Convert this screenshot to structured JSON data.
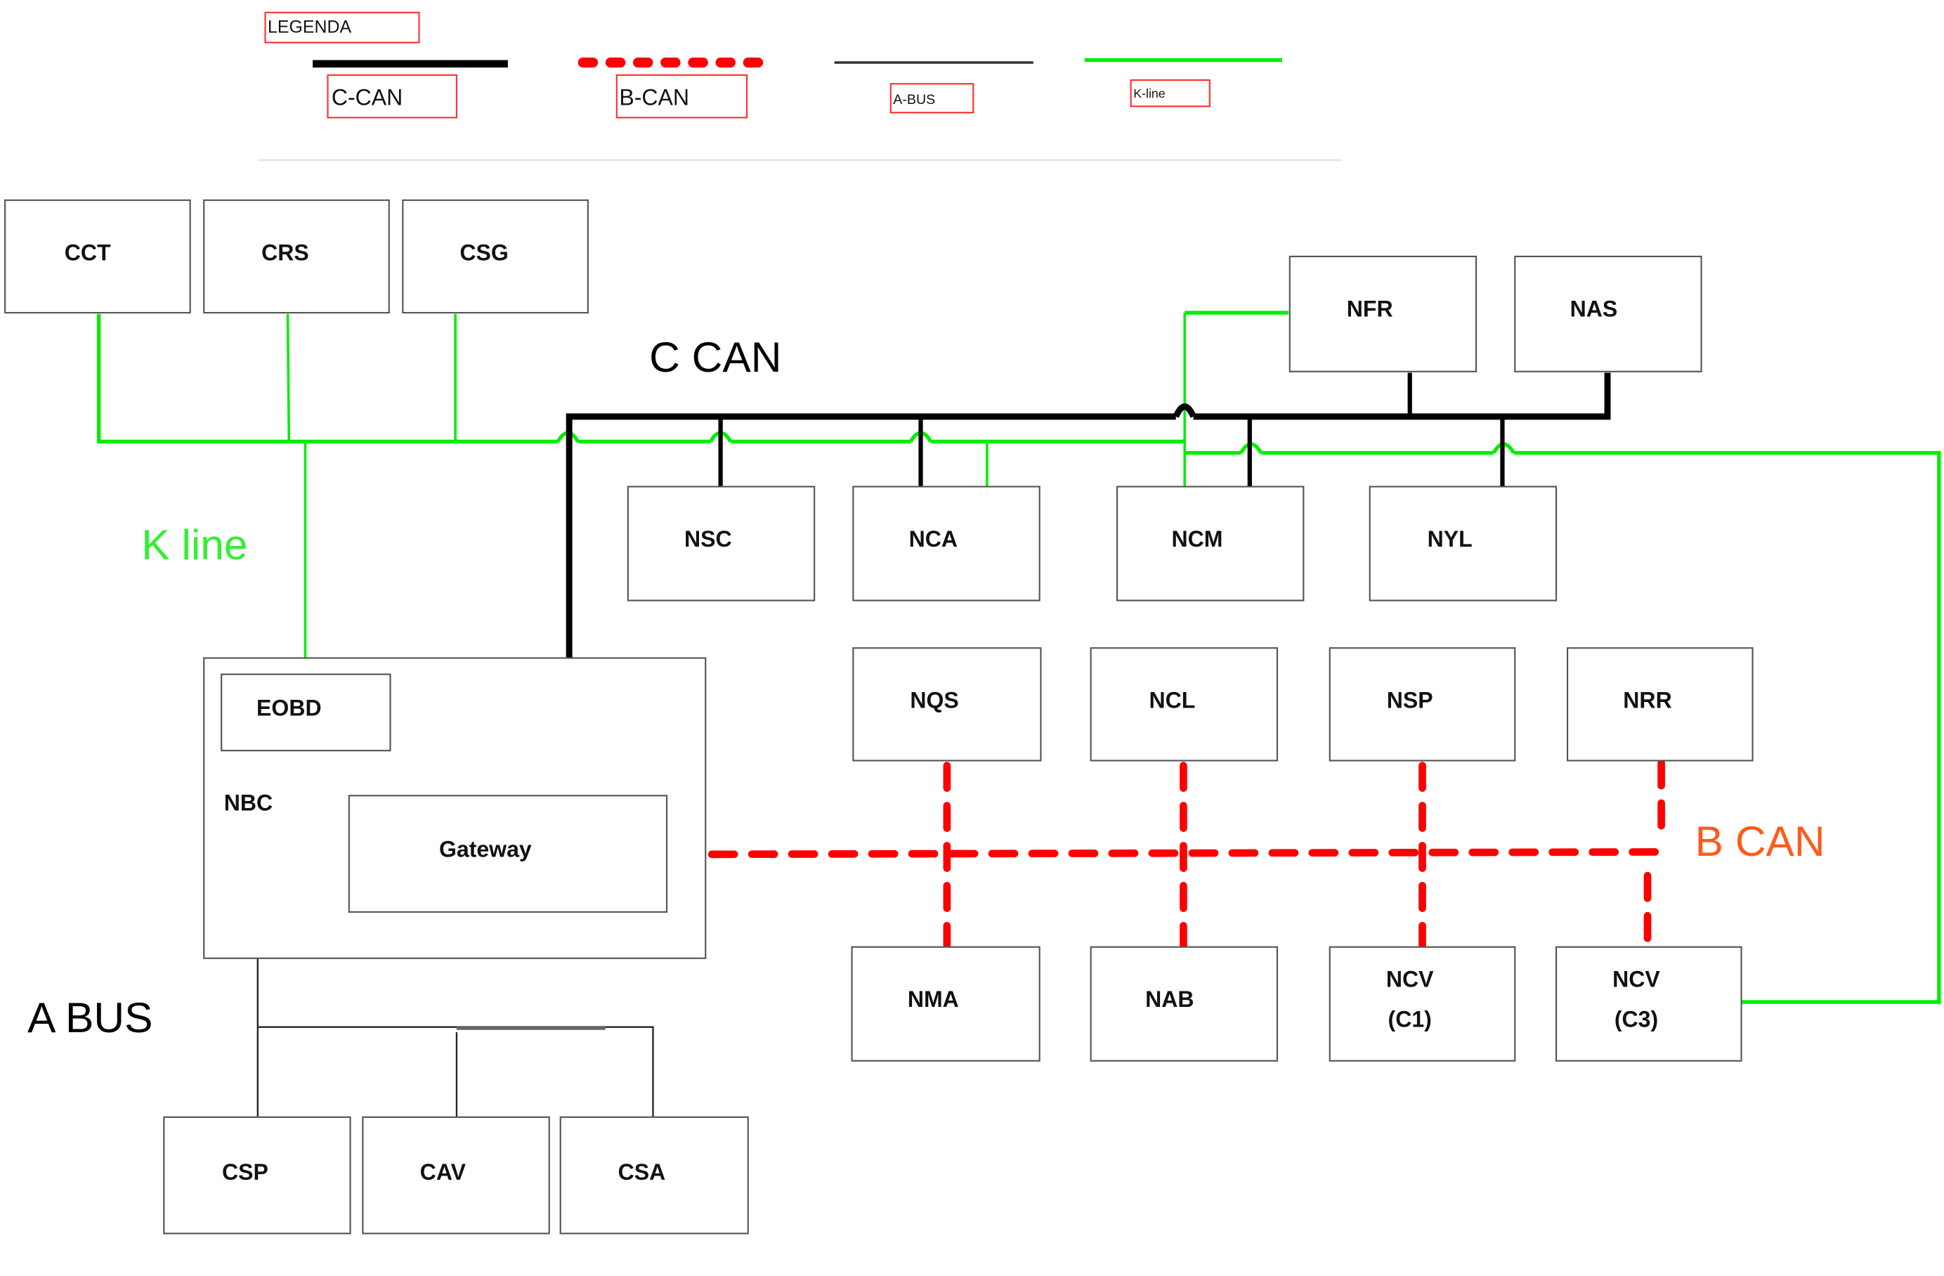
{
  "legend": {
    "title": "LEGENDA",
    "items": [
      {
        "label": "C-CAN",
        "style": "thick-black-solid",
        "color": "#000000"
      },
      {
        "label": "B-CAN",
        "style": "red-dotted",
        "color": "#ff0000"
      },
      {
        "label": "A-BUS",
        "style": "thin-dark-solid",
        "color": "#333333"
      },
      {
        "label": "K-line",
        "style": "green-solid",
        "color": "#00ee00"
      }
    ]
  },
  "bus_labels": {
    "c_can": "C CAN",
    "k_line": "K line",
    "b_can": "B CAN",
    "a_bus": "A BUS"
  },
  "colors": {
    "c_can": "#000000",
    "b_can": "#ff0000",
    "k_line": "#00ee00",
    "a_bus": "#222222",
    "k_line_label": "#33ee33",
    "b_can_label": "#ff5a1a"
  },
  "nodes": {
    "cct": "CCT",
    "crs": "CRS",
    "csg": "CSG",
    "nfr": "NFR",
    "nas": "NAS",
    "nsc": "NSC",
    "nca": "NCA",
    "ncm": "NCM",
    "nyl": "NYL",
    "nbc": "NBC",
    "eobd": "EOBD",
    "gateway": "Gateway",
    "nqs": "NQS",
    "ncl": "NCL",
    "nsp": "NSP",
    "nrr": "NRR",
    "nma": "NMA",
    "nab": "NAB",
    "ncv_c1": {
      "line1": "NCV",
      "line2": "(C1)"
    },
    "ncv_c3": {
      "line1": "NCV",
      "line2": "(C3)"
    },
    "csp": "CSP",
    "cav": "CAV",
    "csa": "CSA"
  },
  "connections": {
    "c_can": [
      "Gateway",
      "NSC",
      "NCA",
      "NCM",
      "NYL",
      "NFR",
      "NAS"
    ],
    "k_line": [
      "CCT",
      "CRS",
      "CSG",
      "EOBD",
      "NCA",
      "NCM",
      "NFR",
      "NCV (C3)"
    ],
    "b_can": [
      "Gateway",
      "NQS",
      "NMA",
      "NCL",
      "NAB",
      "NSP",
      "NCV (C1)",
      "NRR",
      "NCV (C3)"
    ],
    "a_bus": [
      "NBC",
      "CSP",
      "CAV",
      "CSA"
    ]
  }
}
